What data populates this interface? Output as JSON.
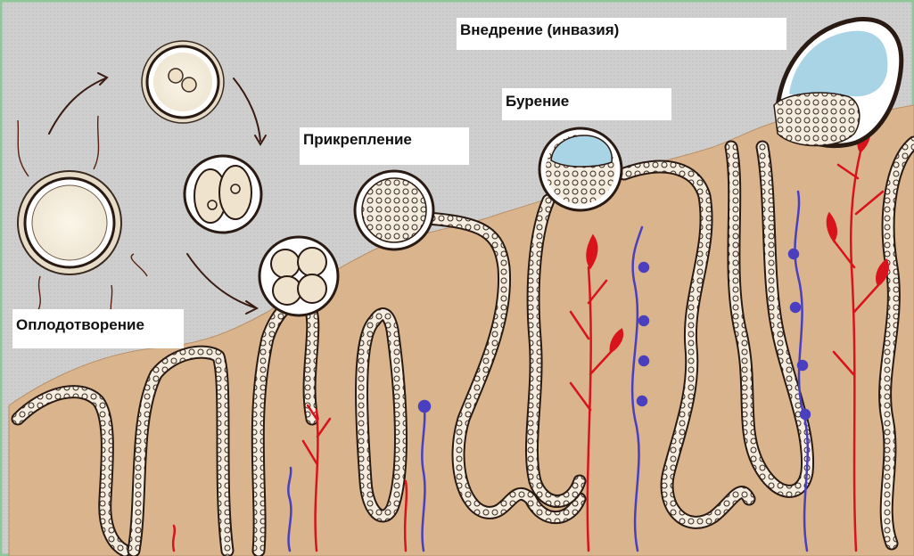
{
  "labels": {
    "fertilization": "Оплодотворение",
    "attachment": "Прикрепление",
    "drilling": "Бурение",
    "invasion": "Внедрение (инвазия)"
  },
  "colors": {
    "background": "#cfcfcf",
    "tissue": "#d9b48c",
    "cell_wall": "#2a1a14",
    "cavity": "#a8d4e6",
    "artery": "#d8131b",
    "vein": "#4a3fbf",
    "frame": "#8fc79a"
  }
}
